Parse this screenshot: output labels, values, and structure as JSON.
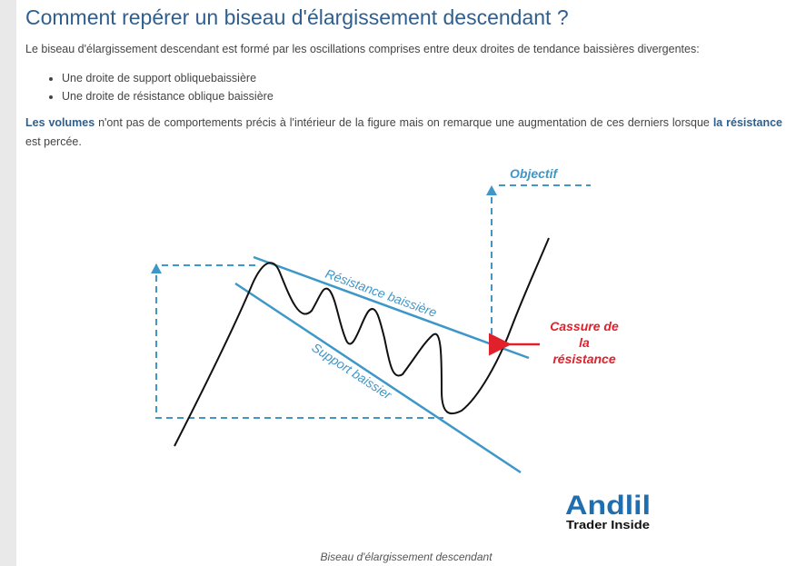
{
  "heading": "Comment repérer un biseau d'élargissement descendant ?",
  "intro": "Le biseau d'élargissement descendant est formé par les oscillations comprises entre deux droites de tendance baissières divergentes:",
  "bullets": [
    "Une droite de support obliquebaissière",
    "Une droite de résistance oblique baissière"
  ],
  "volumes_paragraph": {
    "strong1": "Les volumes",
    "text1": " n'ont pas de comportements précis à l'intérieur de la figure mais on remarque une augmentation de ces derniers lorsque ",
    "strong2": "la résistance",
    "text2": " est percée."
  },
  "diagram": {
    "objectif_label": "Objectif",
    "resistance_label": "Résistance baissière",
    "support_label": "Support baissier",
    "cassure_line1": "Cassure de",
    "cassure_line2": "la",
    "cassure_line3": "résistance",
    "line_color": "#3d97c8",
    "arrow_color": "#e0202a"
  },
  "logo": {
    "name": "Andlil",
    "tagline": "Trader Inside"
  },
  "caption": "Biseau d'élargissement descendant"
}
